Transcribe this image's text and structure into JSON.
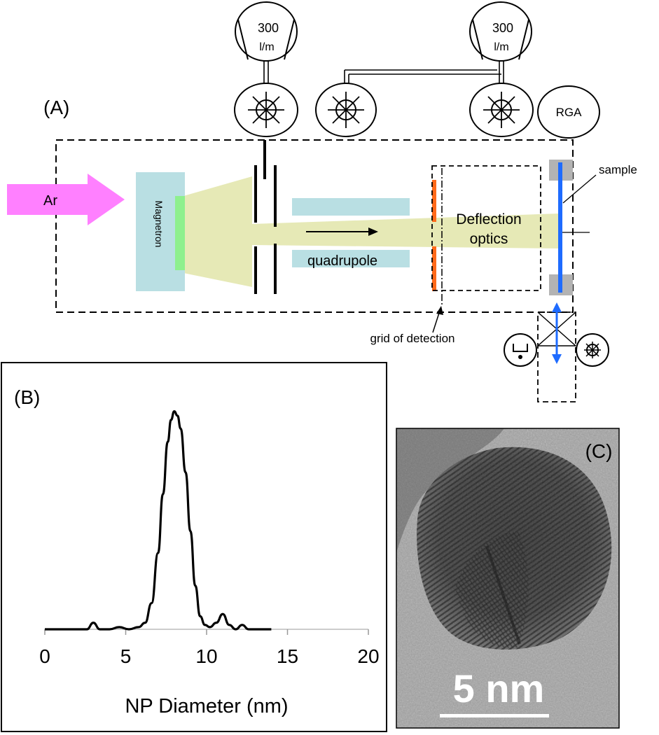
{
  "panel_a": {
    "label": "(A)",
    "gas_label": "Ar",
    "magnetron_label": "Magnetron",
    "quadrupole_label": "quadrupole",
    "deflection_label_line1": "Deflection",
    "deflection_label_line2": "optics",
    "sample_label": "sample",
    "grid_label": "grid of detection",
    "rga_label": "RGA",
    "pump_speed_value": "300",
    "pump_speed_unit": "l/m",
    "colors": {
      "ar_arrow": "#ff80ff",
      "magnetron": "#b9dfe3",
      "target": "#8ef08e",
      "beam": "#e6e9b6",
      "quadrupole": "#b9dfe3",
      "grid": "#ff6a1a",
      "sample": "#1e6bff",
      "sample_holder": "#b3b3b3"
    }
  },
  "panel_b": {
    "label": "(B)",
    "chart_data": {
      "type": "line",
      "xlabel": "NP Diameter (nm)",
      "ylabel": "",
      "xlim": [
        0,
        20
      ],
      "ylim": [
        0,
        1.05
      ],
      "x_ticks": [
        "0",
        "5",
        "10",
        "15",
        "20"
      ],
      "grid": false,
      "series": [
        {
          "x": [
            0,
            2.6,
            3.0,
            3.4,
            4.0,
            4.6,
            5.2,
            5.8,
            6.2,
            6.6,
            7.0,
            7.3,
            7.6,
            7.8,
            8.0,
            8.2,
            8.4,
            8.7,
            9.0,
            9.3,
            9.6,
            9.9,
            10.2,
            10.6,
            11.0,
            11.4,
            11.8,
            12.2,
            12.6,
            13.0
          ],
          "y": [
            0,
            0,
            0.03,
            0,
            0,
            0.01,
            0,
            0.01,
            0.03,
            0.12,
            0.35,
            0.62,
            0.86,
            0.96,
            1.0,
            0.98,
            0.92,
            0.72,
            0.45,
            0.2,
            0.06,
            0.02,
            0.01,
            0.03,
            0.07,
            0.02,
            0.0,
            0.02,
            0.0,
            0
          ]
        }
      ]
    }
  },
  "panel_c": {
    "label": "(C)",
    "scale_bar_label": "5 nm"
  }
}
